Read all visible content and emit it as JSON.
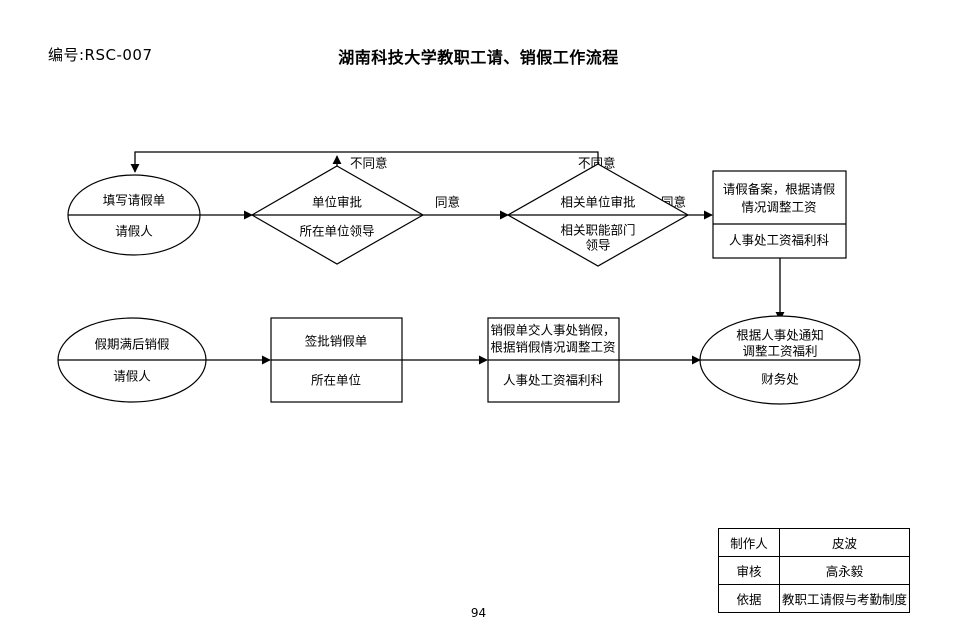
{
  "document": {
    "number_label": "编号:RSC-007",
    "title": "湖南科技大学教职工请、销假工作流程",
    "page_number": "94"
  },
  "flowchart": {
    "nodes": [
      {
        "id": "fill-leave-form",
        "shape": "ellipse",
        "top_text": "填写请假单",
        "bottom_text": "请假人"
      },
      {
        "id": "unit-approval",
        "shape": "diamond",
        "top_text": "单位审批",
        "bottom_text": "所在单位领导"
      },
      {
        "id": "related-unit-approval",
        "shape": "diamond",
        "top_text": "相关单位审批",
        "bottom_text_line1": "相关职能部门",
        "bottom_text_line2": "领导"
      },
      {
        "id": "leave-record",
        "shape": "box",
        "top_text_line1": "请假备案，根据请假",
        "top_text_line2": "情况调整工资",
        "bottom_text": "人事处工资福利科"
      },
      {
        "id": "leave-end-report",
        "shape": "ellipse",
        "top_text": "假期满后销假",
        "bottom_text": "请假人"
      },
      {
        "id": "sign-cancel-form",
        "shape": "box",
        "top_text": "签批销假单",
        "bottom_text": "所在单位"
      },
      {
        "id": "submit-to-hr",
        "shape": "box",
        "top_text_line1": "销假单交人事处销假，",
        "top_text_line2": "根据销假情况调整工资",
        "bottom_text": "人事处工资福利科"
      },
      {
        "id": "finance-adjust",
        "shape": "ellipse",
        "top_text_line1": "根据人事处通知",
        "top_text_line2": "调整工资福利",
        "bottom_text": "财务处"
      }
    ],
    "edge_labels": {
      "reject_1": "不同意",
      "reject_2": "不同意",
      "approve_1": "同意",
      "approve_2": "同意"
    }
  },
  "signature_table": {
    "rows": [
      {
        "label": "制作人",
        "value": "皮波"
      },
      {
        "label": "审核",
        "value": "高永毅"
      },
      {
        "label": "依据",
        "value": "教职工请假与考勤制度"
      }
    ]
  }
}
